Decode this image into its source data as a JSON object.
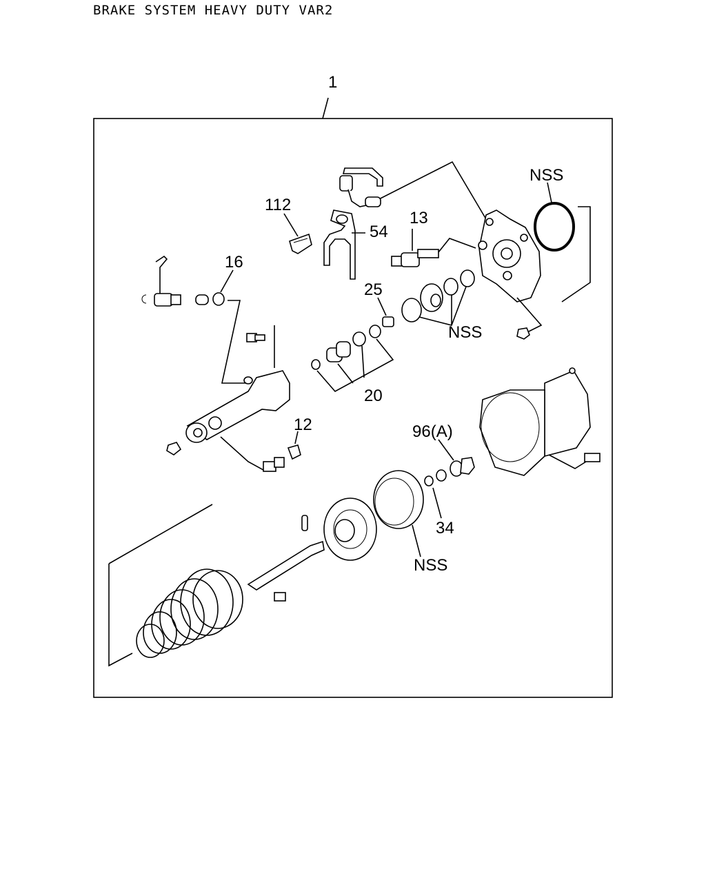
{
  "title": "BRAKE SYSTEM HEAVY DUTY VAR2",
  "callouts": {
    "assembly": "1",
    "c112": "112",
    "c54": "54",
    "c13": "13",
    "nss_top": "NSS",
    "c16": "16",
    "c25": "25",
    "nss_mid": "NSS",
    "c20": "20",
    "c12": "12",
    "c96a": "96(A)",
    "c34": "34",
    "nss_bottom": "NSS"
  }
}
